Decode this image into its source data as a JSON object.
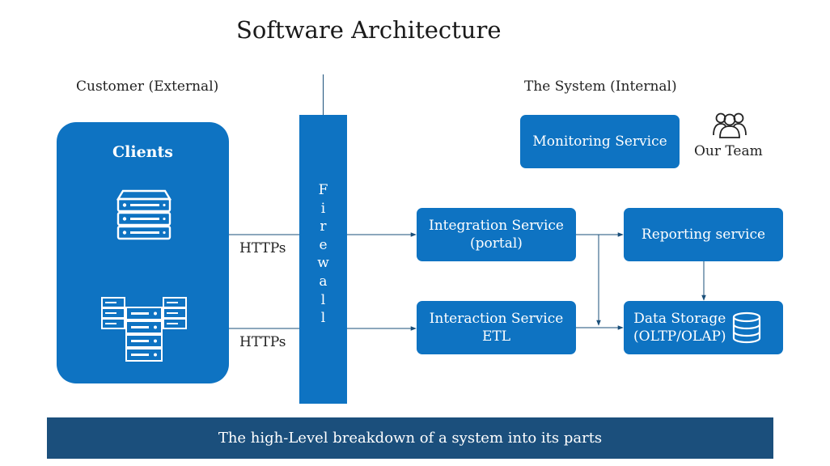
{
  "title": "Software Architecture",
  "zones": {
    "customer": "Customer (External)",
    "system": "The System (Internal)"
  },
  "clients": {
    "title": "Clients",
    "icons": [
      "server-rack-icon",
      "server-cluster-icon"
    ]
  },
  "firewall": {
    "letters": [
      "F",
      "i",
      "r",
      "e",
      "w",
      "a",
      "l",
      "l"
    ]
  },
  "connections": {
    "top": "HTTPs",
    "bottom": "HTTPs"
  },
  "services": {
    "monitoring": "Monitoring Service",
    "integration": {
      "line1": "Integration Service",
      "line2": "(portal)"
    },
    "interaction": {
      "line1": "Interaction Service",
      "line2": "ETL"
    },
    "reporting": "Reporting service",
    "storage": {
      "line1": "Data Storage",
      "line2": "(OLTP/OLAP)",
      "icon": "database-icon"
    }
  },
  "team": {
    "label": "Our Team",
    "icon": "users-icon"
  },
  "caption": "The high-Level breakdown of a system into its parts",
  "colors": {
    "primary_blue": "#0e73c2",
    "caption_navy": "#1b4f7c",
    "connector": "#1a4f7a"
  }
}
